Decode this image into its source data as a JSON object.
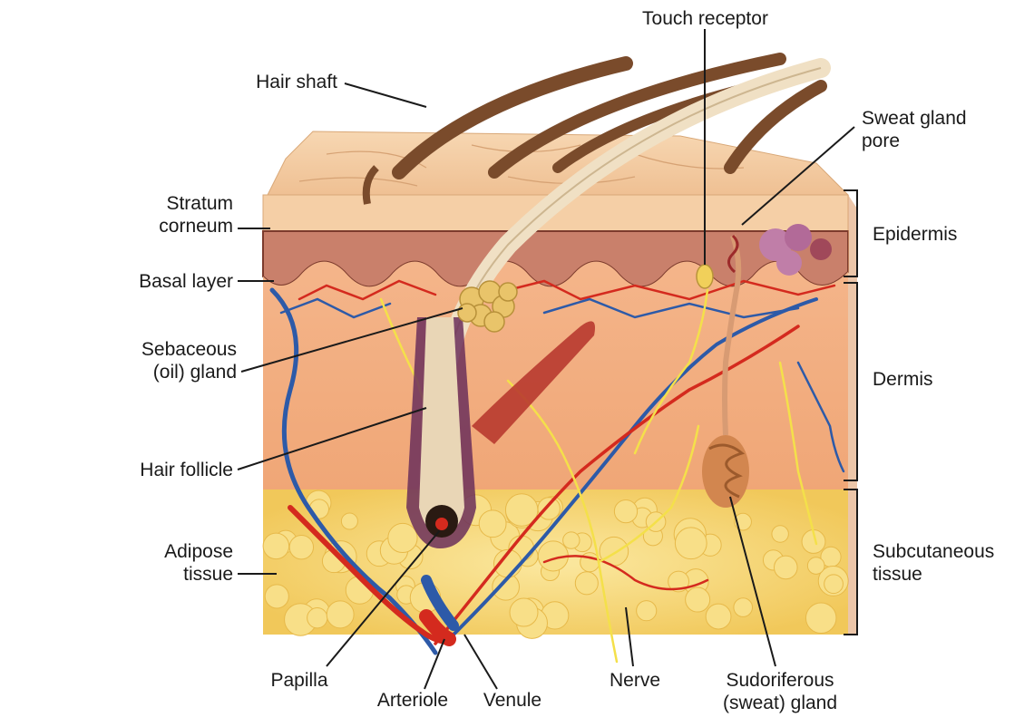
{
  "diagram": {
    "labels": {
      "touch_receptor": "Touch receptor",
      "hair_shaft": "Hair shaft",
      "sweat_gland_pore": "Sweat gland\npore",
      "stratum_corneum": "Stratum\ncorneum",
      "epidermis": "Epidermis",
      "basal_layer": "Basal layer",
      "sebaceous_gland": "Sebaceous\n(oil) gland",
      "dermis": "Dermis",
      "hair_follicle": "Hair follicle",
      "adipose_tissue": "Adipose\ntissue",
      "subcutaneous_tissue": "Subcutaneous\ntissue",
      "papilla": "Papilla",
      "arteriole": "Arteriole",
      "venule": "Venule",
      "nerve": "Nerve",
      "sudoriferous_gland": "Sudoriferous\n(sweat) gland"
    },
    "colors": {
      "epidermis_skin": "#f3c9a3",
      "dermis": "#f2b48c",
      "adipose": "#f6d873",
      "artery": "#d42a1e",
      "vein": "#2d5aa8",
      "nerve": "#f4e04a",
      "hair": "#8a5a33"
    }
  }
}
